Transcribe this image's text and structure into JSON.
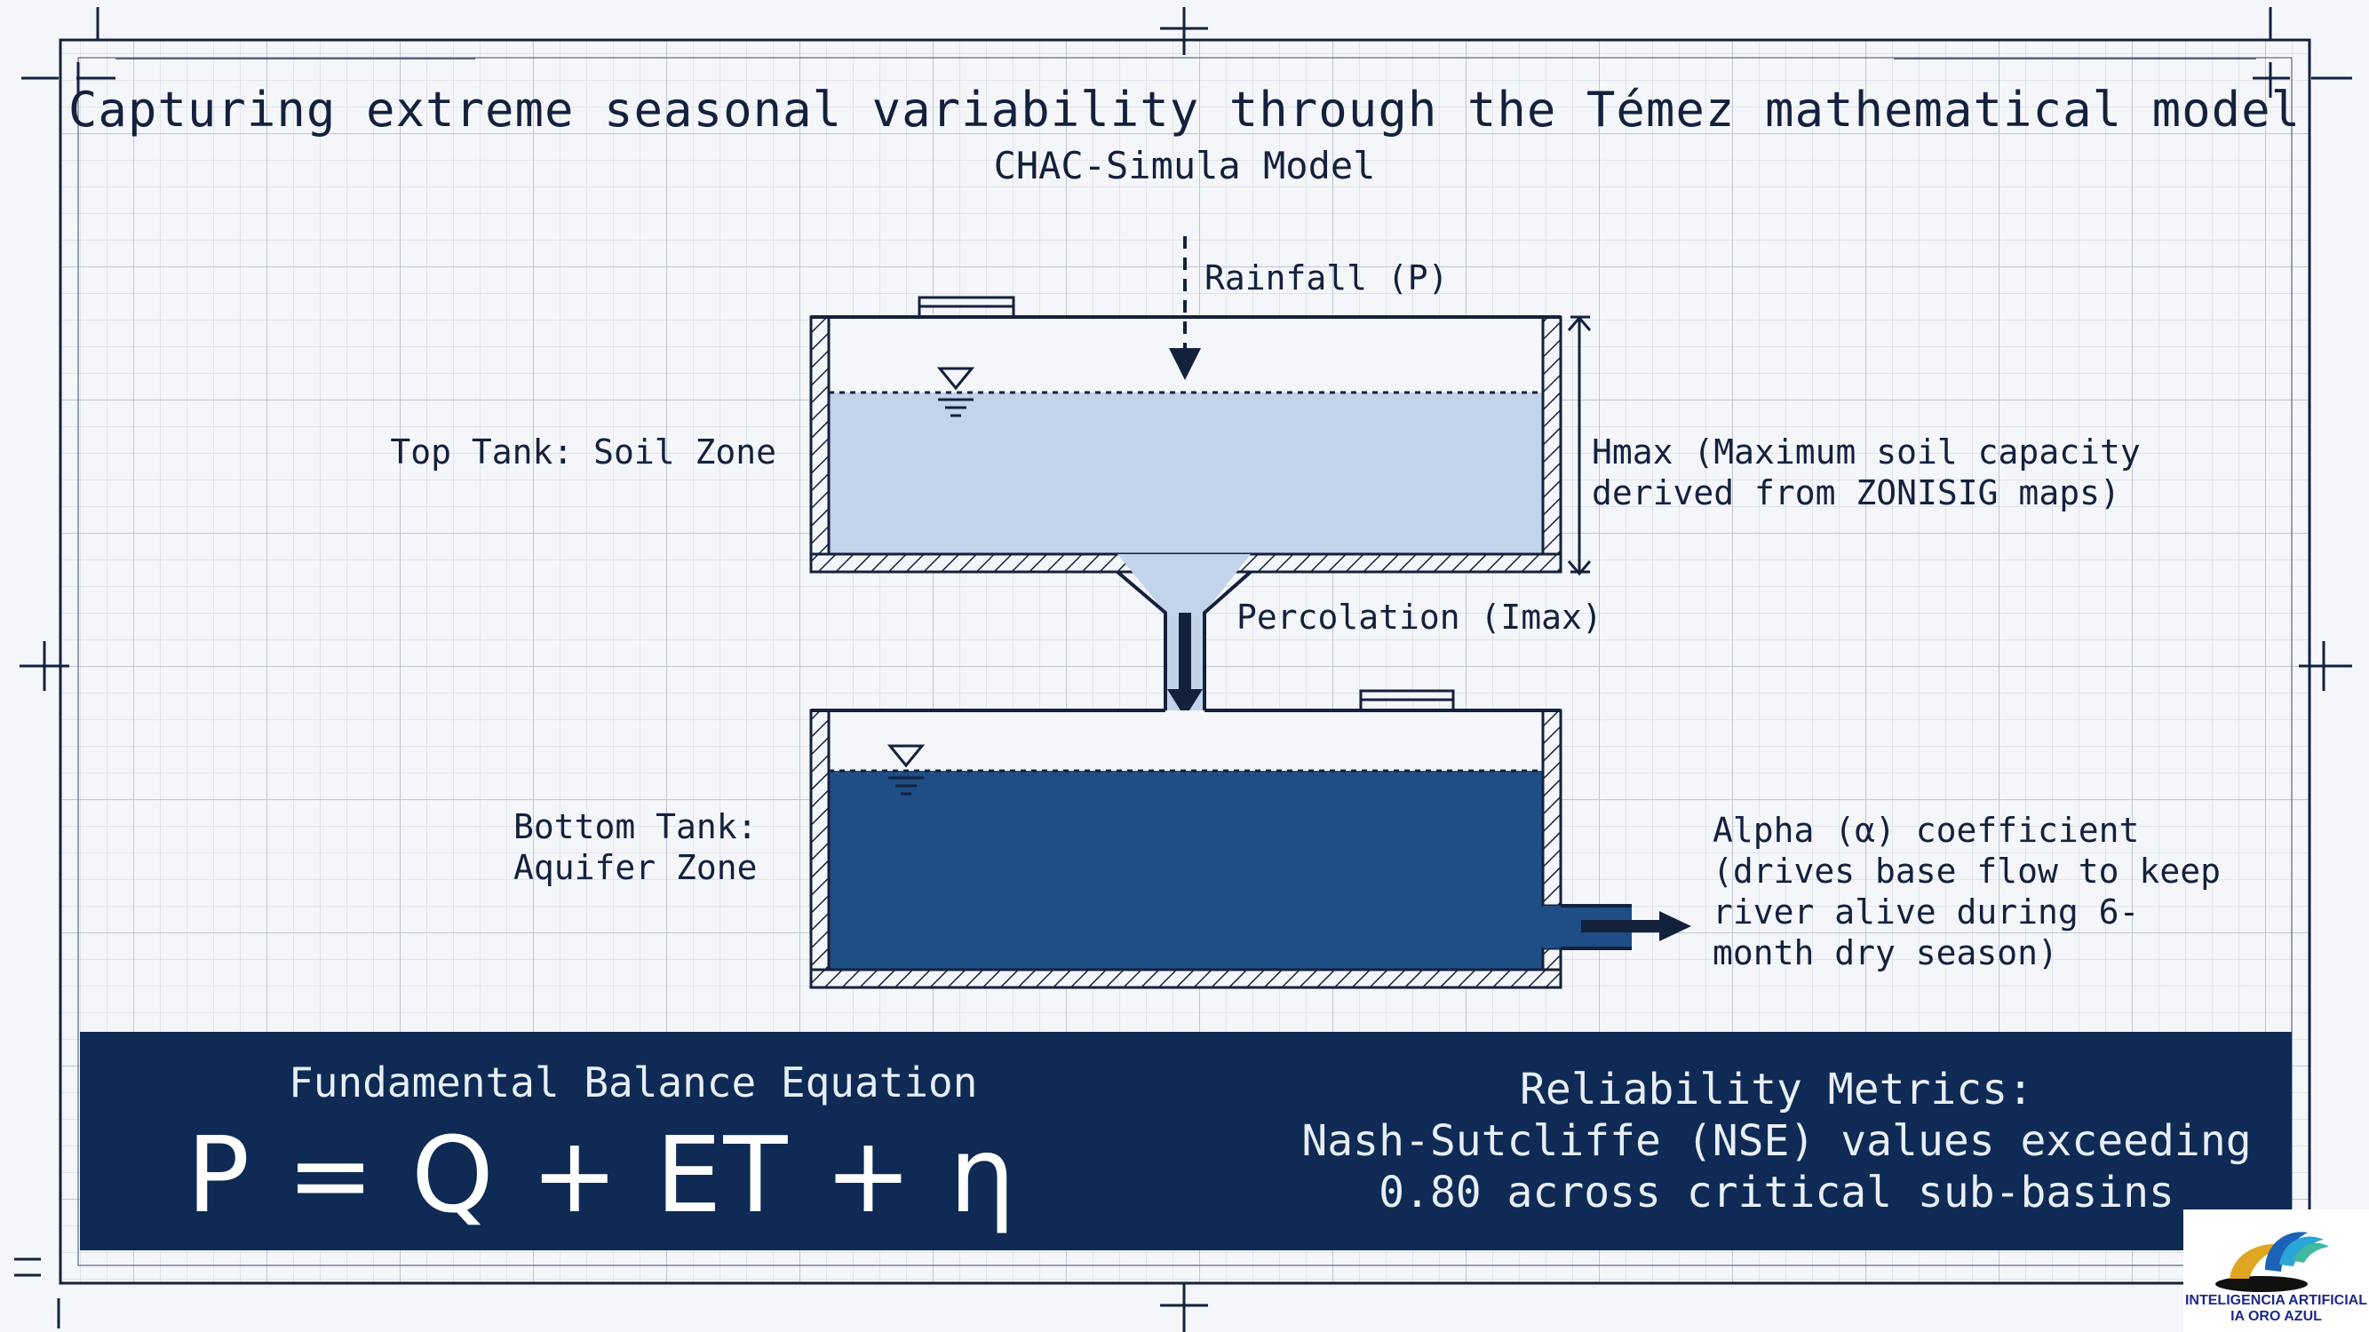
{
  "title": "Capturing extreme seasonal variability through the Témez mathematical model",
  "subtitle": "CHAC-Simula Model",
  "diagram": {
    "rainfall": "Rainfall (P)",
    "top_tank": "Top Tank: Soil Zone",
    "hmax_line1": "Hmax (Maximum soil capacity",
    "hmax_line2": "derived from ZONISIG maps)",
    "percolation": "Percolation (Imax)",
    "bottom_tank_line1": "Bottom Tank:",
    "bottom_tank_line2": "Aquifer Zone",
    "alpha_line1": "Alpha (α) coefficient",
    "alpha_line2": "(drives base flow to keep",
    "alpha_line3": "river alive during 6-",
    "alpha_line4": "month dry season)"
  },
  "panel": {
    "equation_caption": "Fundamental Balance Equation",
    "equation": "P = Q + ET + η",
    "reliability_line1": "Reliability Metrics:",
    "reliability_line2": "Nash-Sutcliffe (NSE) values exceeding",
    "reliability_line3": "0.80 across critical sub-basins"
  },
  "logo": {
    "icon": "ia-oro-azul-logo-icon",
    "line1": "INTELIGENCIA ARTIFICIAL",
    "line2": "IA ORO AZUL"
  },
  "colors": {
    "background": "#f4f6f9",
    "grid": "#c9d0da",
    "ink": "#13213d",
    "soil_water": "#c2d3ea",
    "aquifer_water": "#1f4d85",
    "panel": "#0e2a55"
  }
}
